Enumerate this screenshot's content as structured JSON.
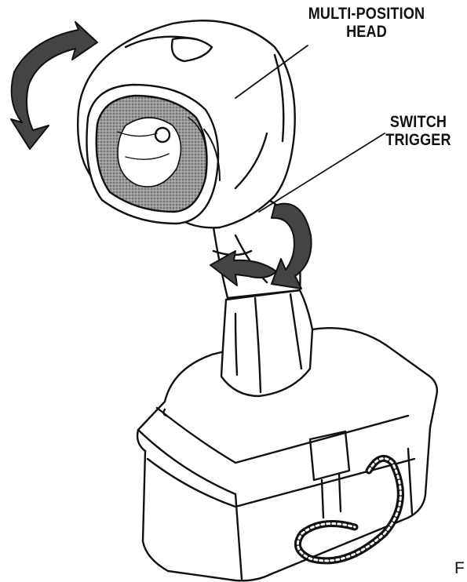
{
  "callouts": {
    "head": {
      "line1": "MULTI-POSITION",
      "line2": "HEAD"
    },
    "trigger": {
      "line1": "SWITCH",
      "line2": "TRIGGER"
    }
  },
  "figure_marker": "F",
  "colors": {
    "ink": "#111111",
    "paper": "#ffffff",
    "shade": "#8a8a8a"
  }
}
